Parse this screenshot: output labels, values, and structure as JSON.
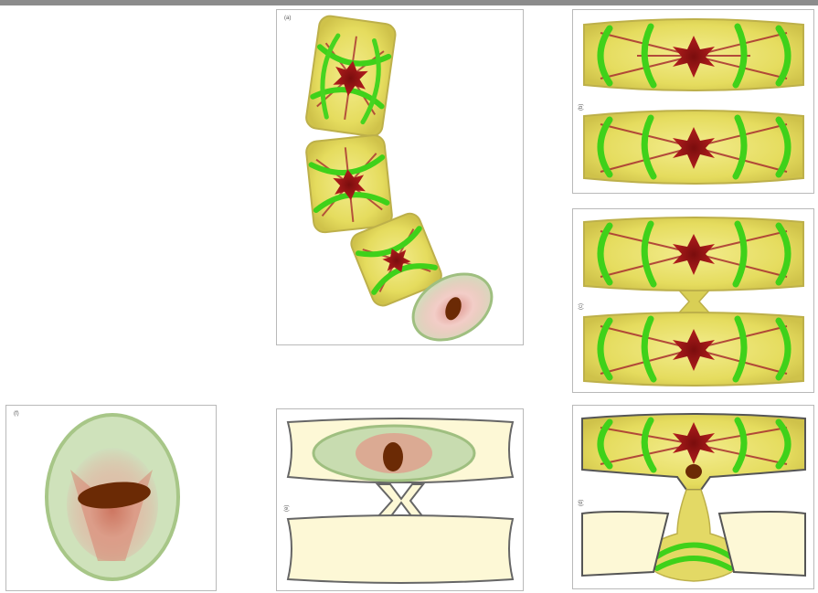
{
  "panels": {
    "a": {
      "label": "(a)"
    },
    "b": {
      "label": "(b)"
    },
    "c": {
      "label": "(c)"
    },
    "d": {
      "label": "(d)"
    },
    "e": {
      "label": "(e)"
    },
    "f": {
      "label": "(f)"
    }
  },
  "colors": {
    "cell_yellow": "#e8e26a",
    "chloroplast_green": "#3fd11a",
    "pyrenoid_red": "#9b1414",
    "nucleus_brown": "#6b2a05",
    "zygote_green": "#c8dcb0",
    "empty_wall_cream": "#fdf8d6"
  }
}
